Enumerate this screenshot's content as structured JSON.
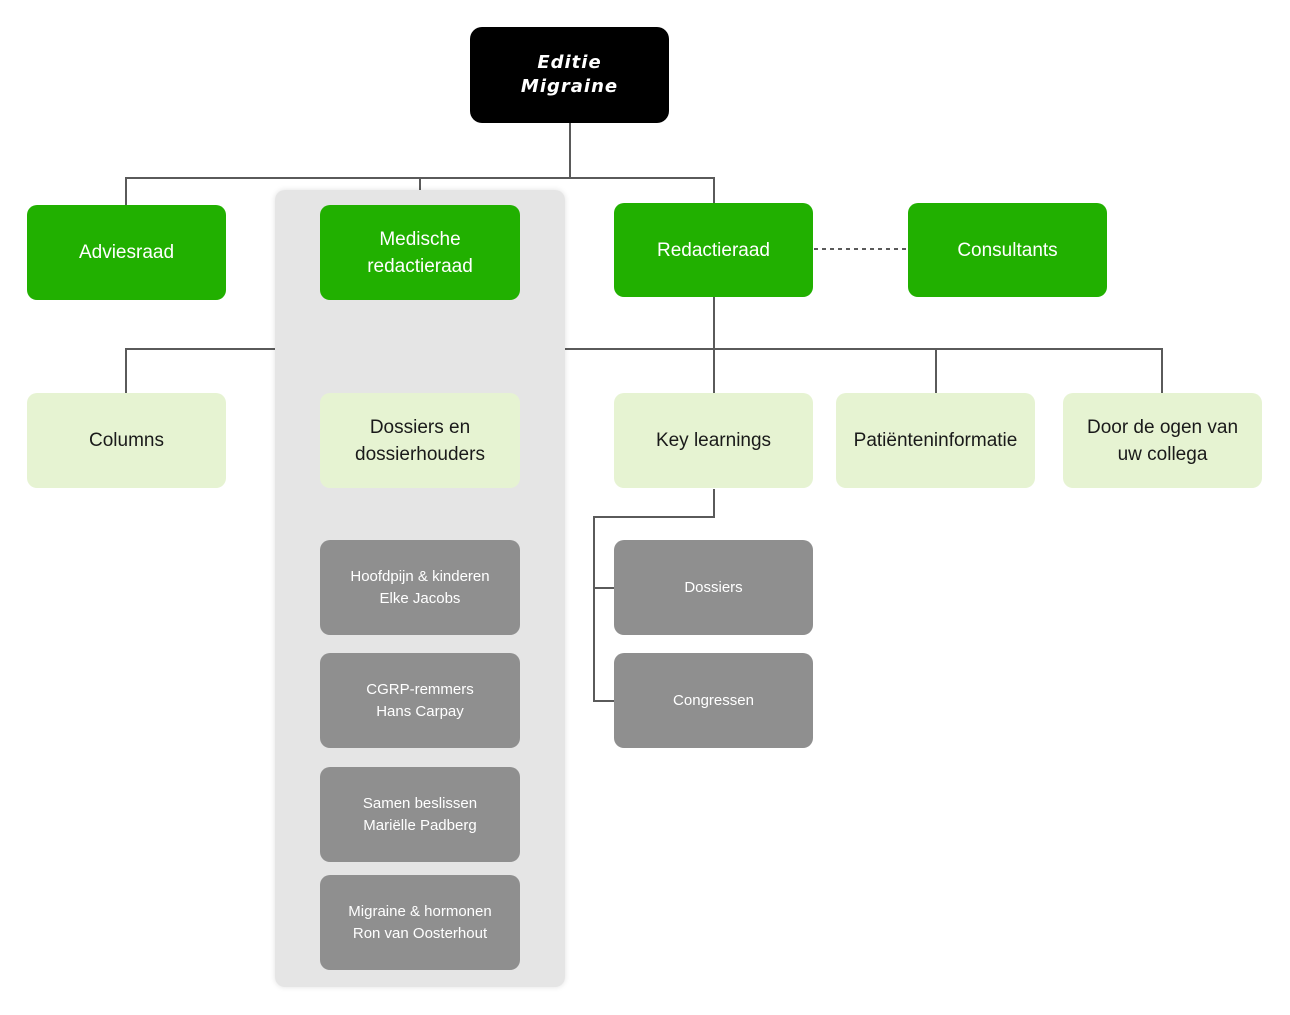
{
  "root": {
    "label": "Editie\nMigraine"
  },
  "top_level": {
    "adviesraad": "Adviesraad",
    "medische_redactieraad": "Medische\nredactieraad",
    "redactieraad": "Redactieraad",
    "consultants": "Consultants"
  },
  "sections": {
    "columns": "Columns",
    "dossiers_en_dossierhouders": "Dossiers en\ndossierhouders",
    "key_learnings": "Key learnings",
    "patienteninformatie": "Patiënteninformatie",
    "door_de_ogen": "Door de ogen van\nuw collega"
  },
  "dossiers": [
    {
      "label": "Hoofdpijn & kinderen\nElke Jacobs"
    },
    {
      "label": "CGRP-remmers\nHans Carpay"
    },
    {
      "label": "Samen beslissen\nMariëlle Padberg"
    },
    {
      "label": "Migraine & hormonen\nRon van Oosterhout"
    }
  ],
  "key_learnings_items": [
    {
      "label": "Dossiers"
    },
    {
      "label": "Congressen"
    }
  ],
  "colors": {
    "root": "#000000",
    "green": "#21b000",
    "light_green": "#e6f3d2",
    "grey": "#8f8f8f",
    "panel": "#e5e5e5",
    "connector": "#5a5a5a"
  }
}
